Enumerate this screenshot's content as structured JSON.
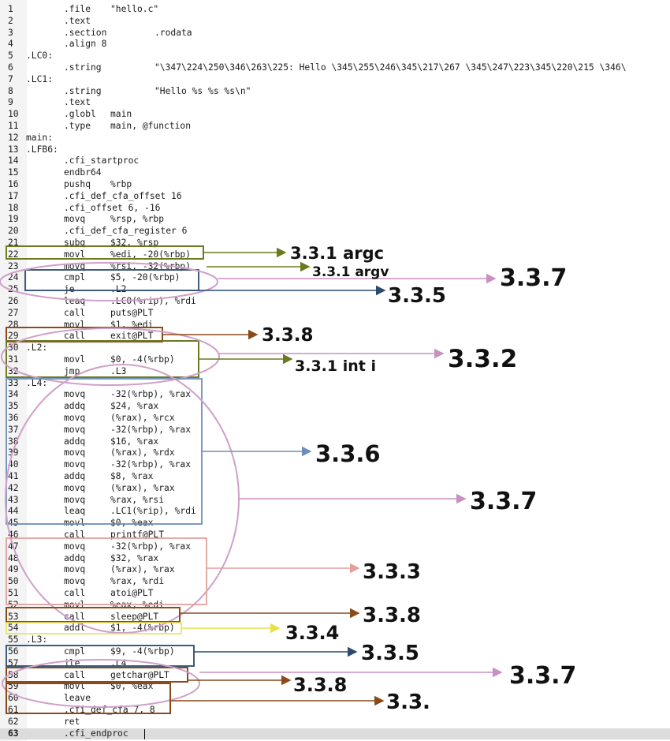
{
  "lines": [
    {
      "n": "1",
      "code": ".file",
      "arg": "\"hello.c\""
    },
    {
      "n": "2",
      "code": ".text"
    },
    {
      "n": "3",
      "code": ".section",
      "arg2": ".rodata"
    },
    {
      "n": "4",
      "code": ".align 8"
    },
    {
      "n": "5",
      "label": ".LC0:"
    },
    {
      "n": "6",
      "code": ".string",
      "arg2": "\"\\347\\224\\250\\346\\263\\225: Hello \\345\\255\\246\\345\\217\\267 \\345\\247\\223\\345\\220\\215 \\346\\"
    },
    {
      "n": "7",
      "label": ".LC1:"
    },
    {
      "n": "8",
      "code": ".string",
      "arg2": "\"Hello %s %s %s\\n\""
    },
    {
      "n": "9",
      "code": ".text"
    },
    {
      "n": "10",
      "code": ".globl",
      "arg": "main"
    },
    {
      "n": "11",
      "code": ".type",
      "arg": "main, @function"
    },
    {
      "n": "12",
      "label": "main:"
    },
    {
      "n": "13",
      "label": ".LFB6:"
    },
    {
      "n": "14",
      "code": ".cfi_startproc"
    },
    {
      "n": "15",
      "code": "endbr64"
    },
    {
      "n": "16",
      "code": "pushq",
      "arg": "%rbp"
    },
    {
      "n": "17",
      "code": ".cfi_def_cfa_offset 16"
    },
    {
      "n": "18",
      "code": ".cfi_offset 6, -16"
    },
    {
      "n": "19",
      "code": "movq",
      "arg": "%rsp, %rbp"
    },
    {
      "n": "20",
      "code": ".cfi_def_cfa_register 6"
    },
    {
      "n": "21",
      "code": "subq",
      "arg": "$32, %rsp"
    },
    {
      "n": "22",
      "code": "movl",
      "arg": "%edi, -20(%rbp)"
    },
    {
      "n": "23",
      "code": "movq",
      "arg": "%rsi, -32(%rbp)"
    },
    {
      "n": "24",
      "code": "cmpl",
      "arg": "$5, -20(%rbp)"
    },
    {
      "n": "25",
      "code": "je",
      "arg": ".L2"
    },
    {
      "n": "26",
      "code": "leaq",
      "arg": ".LC0(%rip), %rdi"
    },
    {
      "n": "27",
      "code": "call",
      "arg": "puts@PLT"
    },
    {
      "n": "28",
      "code": "movl",
      "arg": "$1, %edi"
    },
    {
      "n": "29",
      "code": "call",
      "arg": "exit@PLT"
    },
    {
      "n": "30",
      "label": ".L2:"
    },
    {
      "n": "31",
      "code": "movl",
      "arg": "$0, -4(%rbp)"
    },
    {
      "n": "32",
      "code": "jmp",
      "arg": ".L3"
    },
    {
      "n": "33",
      "label": ".L4:"
    },
    {
      "n": "34",
      "code": "movq",
      "arg": "-32(%rbp), %rax"
    },
    {
      "n": "35",
      "code": "addq",
      "arg": "$24, %rax"
    },
    {
      "n": "36",
      "code": "movq",
      "arg": "(%rax), %rcx"
    },
    {
      "n": "37",
      "code": "movq",
      "arg": "-32(%rbp), %rax"
    },
    {
      "n": "38",
      "code": "addq",
      "arg": "$16, %rax"
    },
    {
      "n": "39",
      "code": "movq",
      "arg": "(%rax), %rdx"
    },
    {
      "n": "40",
      "code": "movq",
      "arg": "-32(%rbp), %rax"
    },
    {
      "n": "41",
      "code": "addq",
      "arg": "$8, %rax"
    },
    {
      "n": "42",
      "code": "movq",
      "arg": "(%rax), %rax"
    },
    {
      "n": "43",
      "code": "movq",
      "arg": "%rax, %rsi"
    },
    {
      "n": "44",
      "code": "leaq",
      "arg": ".LC1(%rip), %rdi"
    },
    {
      "n": "45",
      "code": "movl",
      "arg": "$0, %eax"
    },
    {
      "n": "46",
      "code": "call",
      "arg": "printf@PLT"
    },
    {
      "n": "47",
      "code": "movq",
      "arg": "-32(%rbp), %rax"
    },
    {
      "n": "48",
      "code": "addq",
      "arg": "$32, %rax"
    },
    {
      "n": "49",
      "code": "movq",
      "arg": "(%rax), %rax"
    },
    {
      "n": "50",
      "code": "movq",
      "arg": "%rax, %rdi"
    },
    {
      "n": "51",
      "code": "call",
      "arg": "atoi@PLT"
    },
    {
      "n": "52",
      "code": "movl",
      "arg": "%eax, %edi"
    },
    {
      "n": "53",
      "code": "call",
      "arg": "sleep@PLT"
    },
    {
      "n": "54",
      "code": "addl",
      "arg": "$1, -4(%rbp)"
    },
    {
      "n": "55",
      "label": ".L3:"
    },
    {
      "n": "56",
      "code": "cmpl",
      "arg": "$9, -4(%rbp)"
    },
    {
      "n": "57",
      "code": "jle",
      "arg": ".L4"
    },
    {
      "n": "58",
      "code": "call",
      "arg": "getchar@PLT"
    },
    {
      "n": "59",
      "code": "movl",
      "arg": "$0, %eax"
    },
    {
      "n": "60",
      "code": "leave"
    },
    {
      "n": "61",
      "code": ".cfi_def_cfa 7, 8"
    },
    {
      "n": "62",
      "code": "ret"
    },
    {
      "n": "63",
      "code": ".cfi_endproc"
    }
  ],
  "current_line": "63",
  "annotations": {
    "a_331_argc": "3.3.1 argc",
    "a_331_argv": "3.3.1 argv",
    "a_335_top": "3.3.5",
    "a_337_top": "3.3.7",
    "a_338_top": "3.3.8",
    "a_331_inti": "3.3.1 int i",
    "a_332": "3.3.2",
    "a_336": "3.3.6",
    "a_337_mid": "3.3.7",
    "a_333": "3.3.3",
    "a_338_mid": "3.3.8",
    "a_334": "3.3.4",
    "a_335_bot": "3.3.5",
    "a_337_bot": "3.3.7",
    "a_338_bot": "3.3.8",
    "a_33": "3.3."
  },
  "colors": {
    "olive": "#6b7a1e",
    "navy": "#2a4a6e",
    "brown": "#8a4a1c",
    "pink": "#d0a0c8",
    "steel": "#6c8fb8",
    "salmon": "#e4a09c",
    "yellow": "#e6e04a"
  }
}
